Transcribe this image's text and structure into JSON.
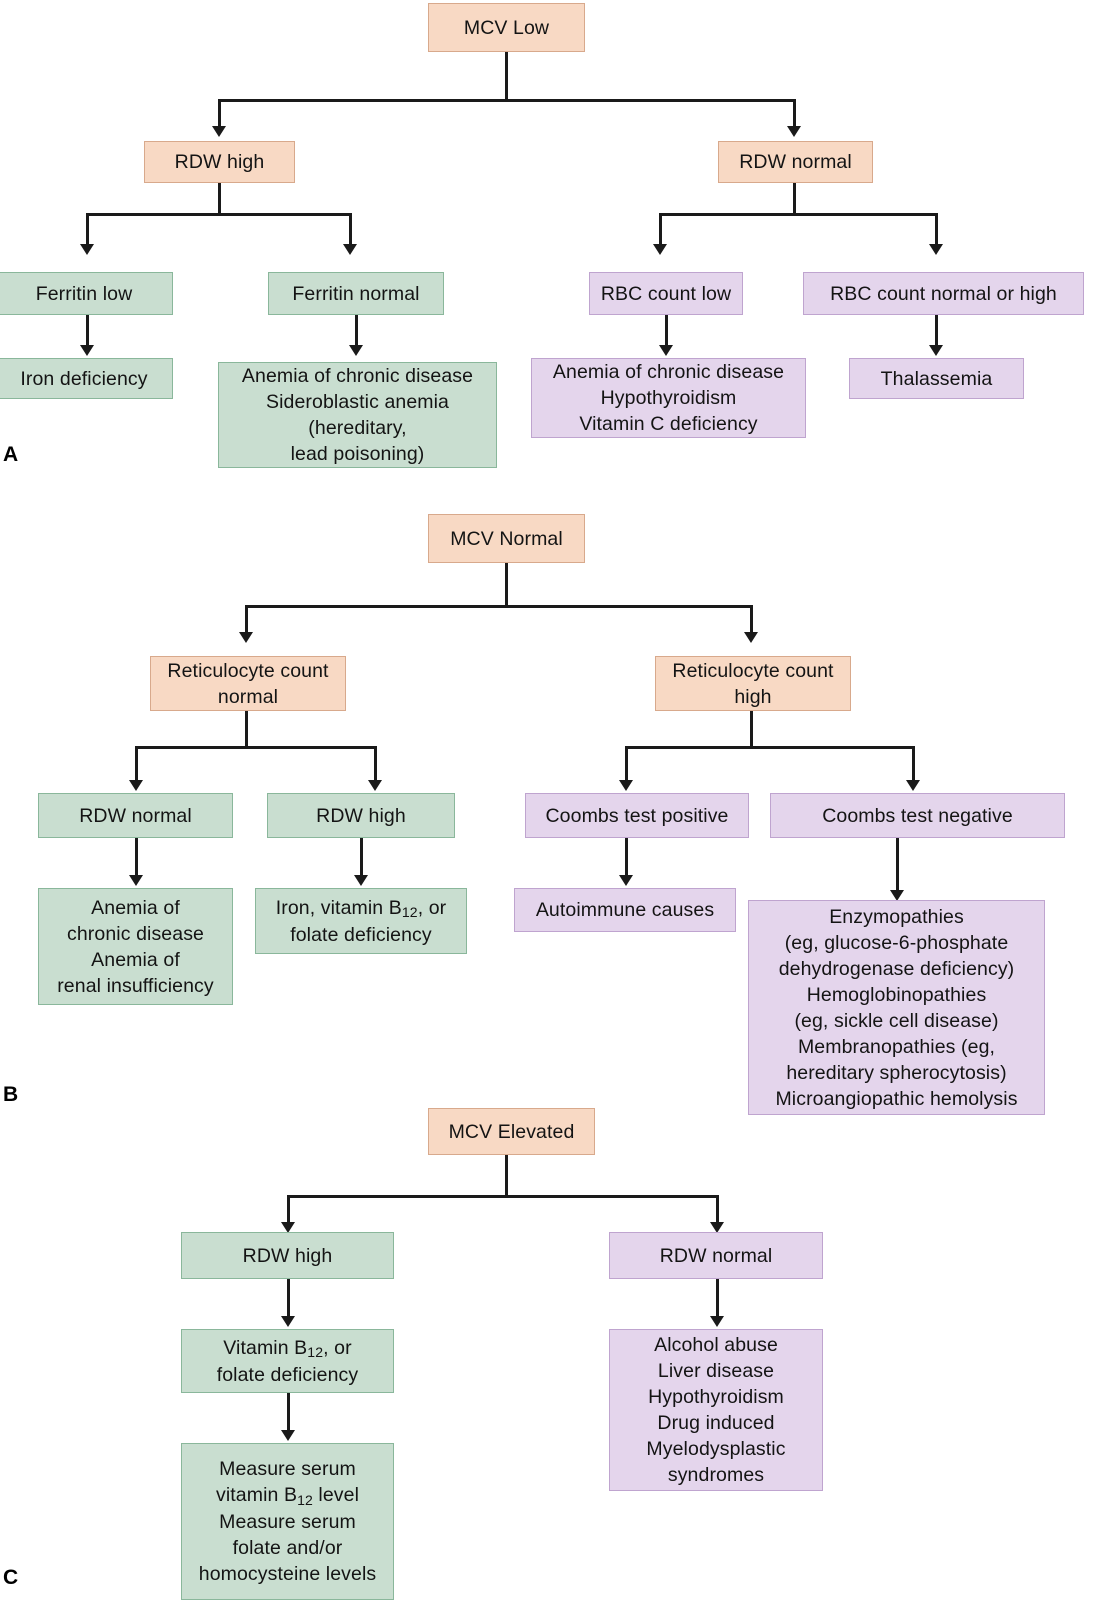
{
  "figure": {
    "type": "flowchart",
    "description": "Diagnostic algorithm for anemia based on MCV, RDW, ferritin, reticulocyte count, RBC count and Coombs test",
    "colors": {
      "peach": "#f8d9c4",
      "peach_border": "#d8a98c",
      "green": "#c9ded0",
      "green_border": "#8ab79b",
      "purple": "#e4d5ec",
      "purple_border": "#bfa4cf",
      "connector": "#1a1a1a"
    }
  },
  "panels": [
    {
      "label": "A",
      "root": "MCV Low",
      "nodes": {
        "a_root": "MCV Low",
        "a_rdw_high": "RDW high",
        "a_rdw_normal": "RDW normal",
        "a_ferritin_low": "Ferritin low",
        "a_ferritin_normal": "Ferritin normal",
        "a_rbc_low": "RBC count low",
        "a_rbc_normal_high": "RBC count normal or high",
        "a_iron_def": "Iron deficiency",
        "a_sidero_l1": "Anemia of chronic disease",
        "a_sidero_l2": "Sideroblastic anemia",
        "a_sidero_l3": "(hereditary,",
        "a_sidero_l4": "lead poisoning)",
        "a_rbclow_l1": "Anemia of chronic disease",
        "a_rbclow_l2": "Hypothyroidism",
        "a_rbclow_l3": "Vitamin C deficiency",
        "a_thalassemia": "Thalassemia"
      }
    },
    {
      "label": "B",
      "root": "MCV Normal",
      "nodes": {
        "b_root": "MCV Normal",
        "b_retic_normal_l1": "Reticulocyte count",
        "b_retic_normal_l2": "normal",
        "b_retic_high_l1": "Reticulocyte count",
        "b_retic_high_l2": "high",
        "b_rdw_normal": "RDW normal",
        "b_rdw_high": "RDW high",
        "b_coombs_pos": "Coombs test positive",
        "b_coombs_neg": "Coombs test negative",
        "b_anemia_l1": "Anemia of",
        "b_anemia_l2": "chronic disease",
        "b_anemia_l3": "Anemia of",
        "b_anemia_l4": "renal insufficiency",
        "b_iron_l1_a": "Iron, vitamin B",
        "b_iron_l1_sub": "12",
        "b_iron_l1_b": ", or",
        "b_iron_l2": "folate deficiency",
        "b_autoimmune": "Autoimmune causes",
        "b_enz_l1": "Enzymopathies",
        "b_enz_l2": "(eg, glucose-6-phosphate",
        "b_enz_l3": "dehydrogenase deficiency)",
        "b_enz_l4": "Hemoglobinopathies",
        "b_enz_l5": "(eg, sickle cell disease)",
        "b_enz_l6": "Membranopathies (eg,",
        "b_enz_l7": "hereditary spherocytosis)",
        "b_enz_l8": "Microangiopathic hemolysis"
      }
    },
    {
      "label": "C",
      "root": "MCV Elevated",
      "nodes": {
        "c_root": "MCV Elevated",
        "c_rdw_high": "RDW high",
        "c_rdw_normal": "RDW normal",
        "c_vit_l1_a": "Vitamin B",
        "c_vit_l1_sub": "12",
        "c_vit_l1_b": ", or",
        "c_vit_l2": "folate deficiency",
        "c_measure_l1": "Measure serum",
        "c_measure_l2_a": "vitamin B",
        "c_measure_l2_sub": "12",
        "c_measure_l2_b": " level",
        "c_measure_l3": "Measure serum",
        "c_measure_l4": "folate and/or",
        "c_measure_l5": "homocysteine levels",
        "c_alcohol_l1": "Alcohol abuse",
        "c_alcohol_l2": "Liver disease",
        "c_alcohol_l3": "Hypothyroidism",
        "c_alcohol_l4": "Drug induced",
        "c_alcohol_l5": "Myelodysplastic",
        "c_alcohol_l6": "syndromes"
      }
    }
  ],
  "panel_labels": {
    "a": "A",
    "b": "B",
    "c": "C"
  }
}
